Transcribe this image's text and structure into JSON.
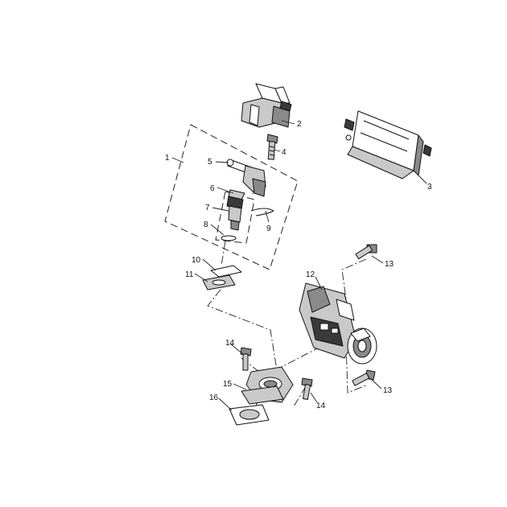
{
  "diagram": {
    "callouts": [
      {
        "id": "1",
        "label": "1"
      },
      {
        "id": "2",
        "label": "2"
      },
      {
        "id": "3",
        "label": "3"
      },
      {
        "id": "4",
        "label": "4"
      },
      {
        "id": "5",
        "label": "5"
      },
      {
        "id": "6",
        "label": "6"
      },
      {
        "id": "7",
        "label": "7"
      },
      {
        "id": "8",
        "label": "8"
      },
      {
        "id": "9",
        "label": "9"
      },
      {
        "id": "10",
        "label": "10"
      },
      {
        "id": "11",
        "label": "11"
      },
      {
        "id": "12",
        "label": "12"
      },
      {
        "id": "13a",
        "label": "13"
      },
      {
        "id": "13b",
        "label": "13"
      },
      {
        "id": "14a",
        "label": "14"
      },
      {
        "id": "14b",
        "label": "14"
      },
      {
        "id": "15",
        "label": "15"
      },
      {
        "id": "16",
        "label": "16"
      }
    ],
    "colors": {
      "line": "#111111",
      "shade_light": "#c9c9c9",
      "shade_dark": "#8a8a8a",
      "shade_black": "#3a3a3a"
    }
  }
}
